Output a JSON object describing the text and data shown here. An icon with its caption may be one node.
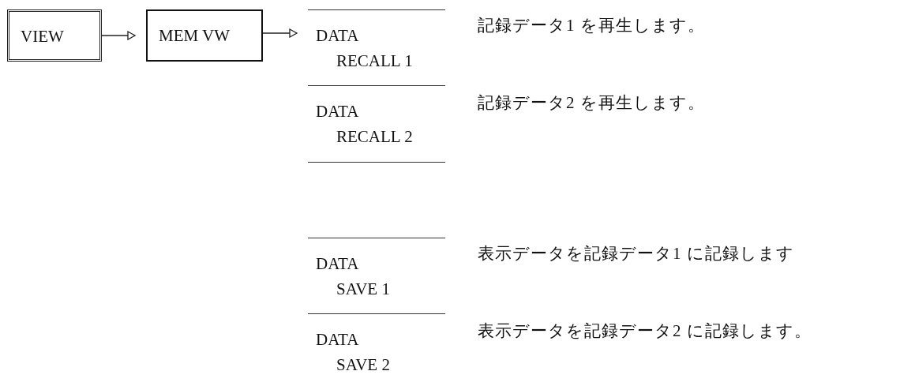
{
  "diagram": {
    "nodes": [
      {
        "text": [
          "VIEW"
        ]
      },
      {
        "text": [
          "MEM VW"
        ]
      },
      {
        "text": [
          "DATA",
          "RECALL 1"
        ],
        "beside": [
          "記録データ1 を再生します。"
        ]
      },
      {
        "text": [
          "DATA",
          "RECALL 2"
        ],
        "beside": [
          "記録データ2 を再生します。"
        ]
      },
      {
        "text": [
          "DATA",
          "SAVE 1"
        ],
        "beside": [
          "表示データを記録データ1 に記録します"
        ]
      },
      {
        "text": [
          "DATA",
          "SAVE 2"
        ],
        "beside": [
          "表示データを記録データ2 に記録します。"
        ]
      }
    ],
    "edges": [
      {
        "from": 0,
        "to": 1,
        "arrow": "to"
      },
      {
        "from": 1,
        "to": 2,
        "arrow": "to"
      }
    ]
  }
}
